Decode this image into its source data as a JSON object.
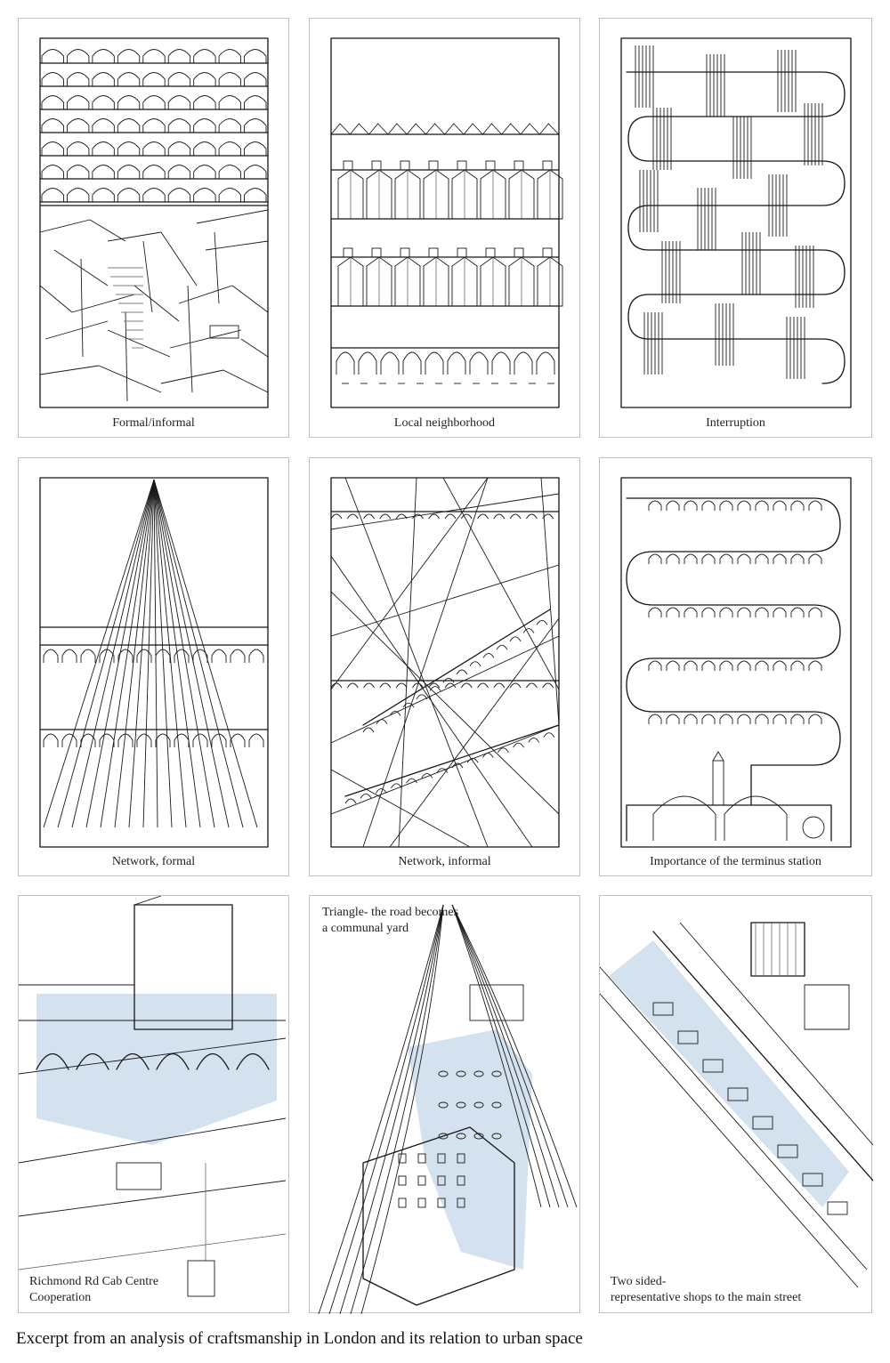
{
  "panels": [
    {
      "caption": "Formal/informal"
    },
    {
      "caption": "Local neighborhood"
    },
    {
      "caption": "Interruption"
    },
    {
      "caption": "Network, formal"
    },
    {
      "caption": "Network, informal"
    },
    {
      "caption": "Importance of the terminus station"
    },
    {
      "caption": "Richmond Rd Cab Centre\nCooperation"
    },
    {
      "caption": "Triangle- the road becomes\na communal yard"
    },
    {
      "caption": "Two sided-\nrepresentative shops to the main street"
    }
  ],
  "footer": "Excerpt from an analysis of craftsmanship in London and its relation to urban space",
  "colors": {
    "highlight": "#d4e2f0",
    "border": "#b9c1c9",
    "ink": "#151515"
  }
}
